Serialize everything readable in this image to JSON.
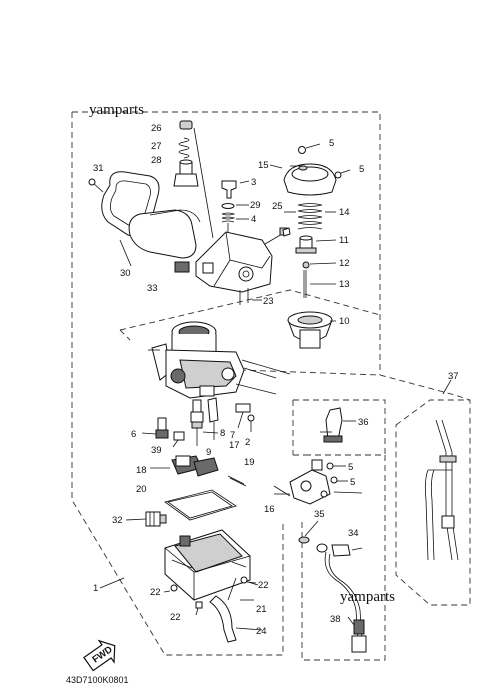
{
  "watermarks": [
    "yamparts",
    "yamparts"
  ],
  "drawing_code": "43D7100K0801",
  "fwd_label": "FWD",
  "callouts": {
    "c1": "1",
    "c2": "2",
    "c3": "3",
    "c4": "4",
    "c5a": "5",
    "c5b": "5",
    "c5c": "5",
    "c5d": "5",
    "c6": "6",
    "c7": "7",
    "c8": "8",
    "c9": "9",
    "c10": "10",
    "c11": "11",
    "c12": "12",
    "c13": "13",
    "c14": "14",
    "c15": "15",
    "c16": "16",
    "c17": "17",
    "c18": "18",
    "c19": "19",
    "c20": "20",
    "c21": "21",
    "c22a": "22",
    "c22b": "22",
    "c22c": "22",
    "c23": "23",
    "c24": "24",
    "c25": "25",
    "c26": "26",
    "c27": "27",
    "c28": "28",
    "c29": "29",
    "c30": "30",
    "c31": "31",
    "c32": "32",
    "c33": "33",
    "c34": "34",
    "c35": "35",
    "c36": "36",
    "c37": "37",
    "c38": "38",
    "c39": "39"
  }
}
